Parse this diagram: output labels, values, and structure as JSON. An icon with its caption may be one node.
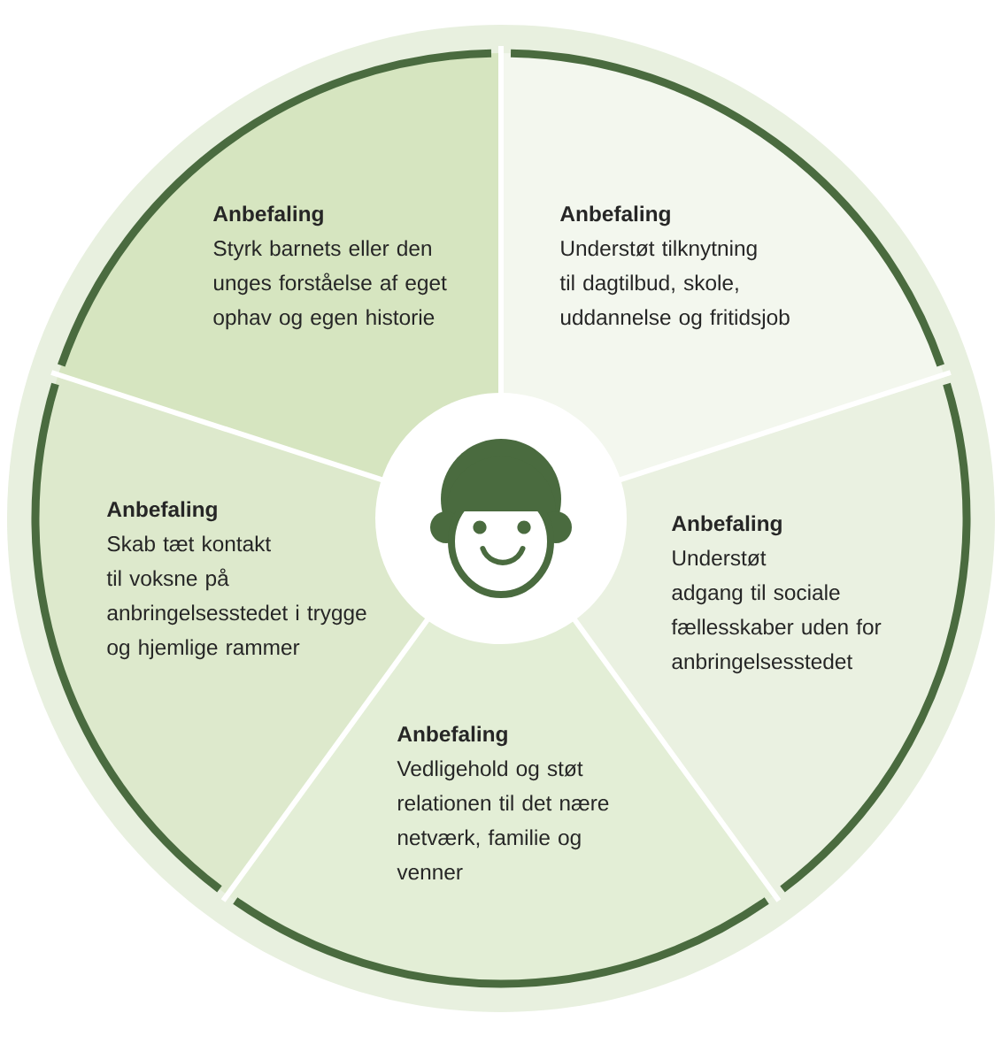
{
  "diagram": {
    "nodes": [
      {
        "text": [
          "Anbefaling",
          "Styrk barnets eller den unges forståelse af eget ophav og egen historie"
        ]
      },
      {
        "text": [
          "Anbefaling",
          "Understøt tilknytning til dagtilbud, skole, uddannelse og fritidsjob"
        ]
      },
      {
        "text": [
          "Anbefaling",
          "Understøt adgang til sociale fællesskaber uden for anbringelsesstedet"
        ]
      },
      {
        "text": [
          "Anbefaling",
          "Vedligehold og støt relationen til det nære netværk, familie og venner"
        ]
      },
      {
        "text": [
          "Anbefaling",
          "Skab tæt kontakt til voksne på anbringelsesstedet i trygge og hjemlige rammer"
        ]
      }
    ]
  }
}
